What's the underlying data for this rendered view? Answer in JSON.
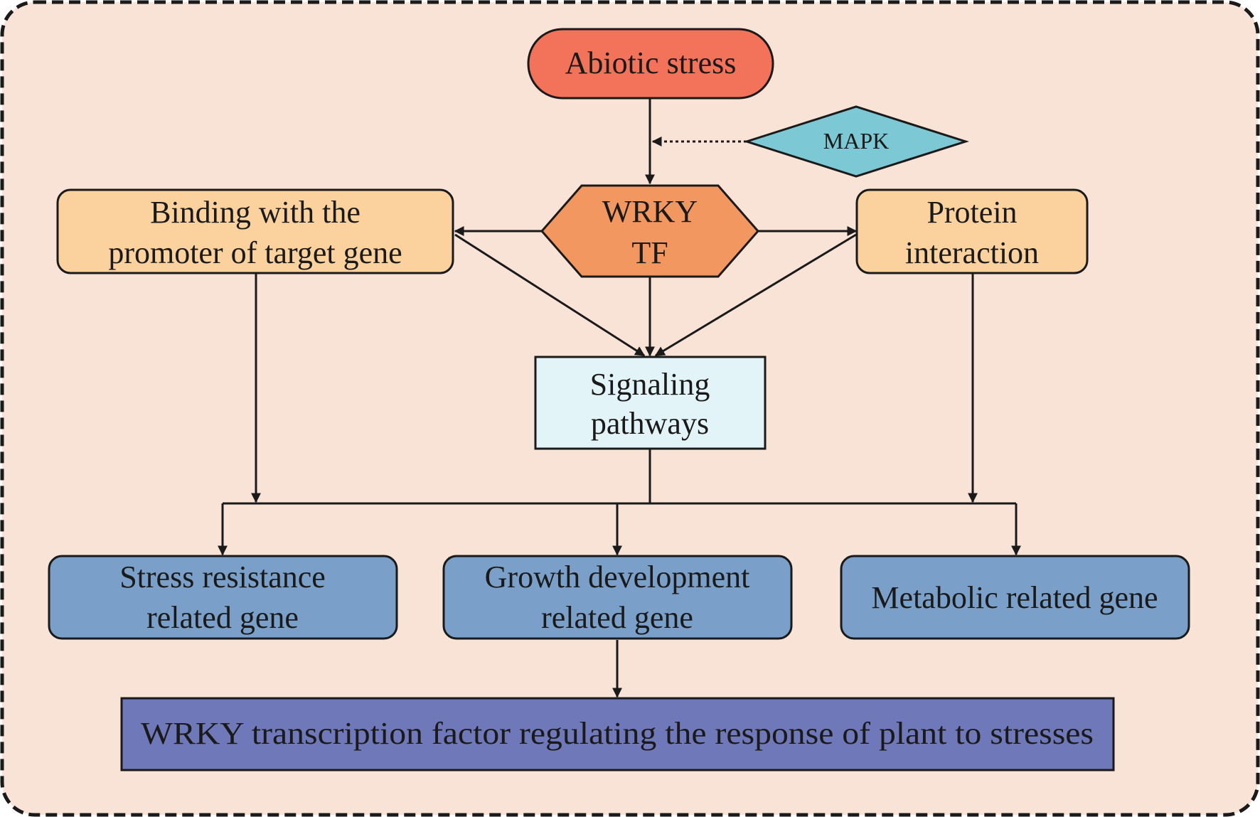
{
  "nodes": {
    "abiotic_stress": "Abiotic stress",
    "mapk": "MAPK",
    "wrky_tf": [
      "WRKY",
      "TF"
    ],
    "binding_promoter": [
      "Binding with the",
      "promoter of target gene"
    ],
    "protein_interaction": [
      "Protein",
      "interaction"
    ],
    "signaling_pathways": [
      "Signaling",
      "pathways"
    ],
    "stress_resistance": [
      "Stress resistance",
      "related gene"
    ],
    "growth_development": [
      "Growth development",
      "related gene"
    ],
    "metabolic_gene": "Metabolic related gene",
    "wrky_response": "WRKY transcription factor regulating the response of plant to stresses"
  },
  "colors": {
    "page_background": "#f9e3d6",
    "abiotic_stress_fill": "#f2735a",
    "mapk_fill": "#7cc8d4",
    "wrky_fill": "#f39760",
    "side_box_fill": "#fbd19e",
    "signaling_fill": "#e3f4f8",
    "gene_box_fill": "#7aa0ca",
    "bottom_box_fill": "#6f78b8",
    "stroke": "#1a1a1a"
  }
}
